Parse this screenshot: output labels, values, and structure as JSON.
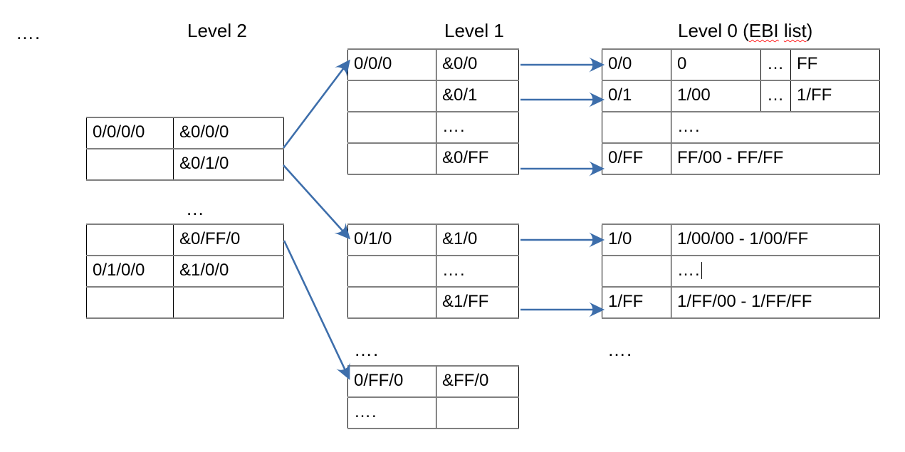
{
  "headers": {
    "left_ellipsis": "….",
    "level2": "Level 2",
    "level1": "Level 1",
    "level0_prefix": "Level 0 (",
    "level0_ebi": "EBI",
    "level0_space": " ",
    "level0_list": "list",
    "level0_suffix": ")"
  },
  "separators": {
    "level2_gap": "...",
    "level1_gap": "….",
    "level0_gap": "…."
  },
  "level2": {
    "table_a": [
      {
        "key": "0/0/0/0",
        "ptr": "&0/0/0"
      },
      {
        "key": "",
        "ptr": "&0/1/0"
      }
    ],
    "table_b": [
      {
        "key": "",
        "ptr": "&0/FF/0"
      },
      {
        "key": "0/1/0/0",
        "ptr": "&1/0/0"
      },
      {
        "key": "",
        "ptr": ""
      }
    ]
  },
  "level1": {
    "table_a": [
      {
        "key": "0/0/0",
        "ptr": "&0/0"
      },
      {
        "key": "",
        "ptr": "&0/1"
      },
      {
        "key": "",
        "ptr": "…."
      },
      {
        "key": "",
        "ptr": "&0/FF"
      }
    ],
    "table_b": [
      {
        "key": "0/1/0",
        "ptr": "&1/0"
      },
      {
        "key": "",
        "ptr": "…."
      },
      {
        "key": "",
        "ptr": "&1/FF"
      }
    ],
    "table_c": [
      {
        "key": "0/FF/0",
        "ptr": "&FF/0"
      },
      {
        "key": "….",
        "ptr": ""
      }
    ]
  },
  "level0": {
    "table_a": [
      {
        "key": "0/0",
        "c1": "0",
        "c2": "…",
        "c3": "FF",
        "split": true
      },
      {
        "key": "0/1",
        "c1": "1/00",
        "c2": "…",
        "c3": "1/FF",
        "split": true
      },
      {
        "key": "",
        "span": "….",
        "split": false
      },
      {
        "key": "0/FF",
        "span": "FF/00 - FF/FF",
        "split": false
      }
    ],
    "table_b": [
      {
        "key": "1/0",
        "span": "1/00/00 - 1/00/FF",
        "caret": false
      },
      {
        "key": "",
        "span": "….",
        "caret": true
      },
      {
        "key": "1/FF",
        "span": "1/FF/00 - 1/FF/FF",
        "caret": false
      }
    ]
  },
  "colors": {
    "arrow": "#3d6eab",
    "border_horizontal": "#808080",
    "border_vertical": "#000000",
    "text": "#000000",
    "spellcheck": "#ff2020",
    "background": "#ffffff"
  }
}
